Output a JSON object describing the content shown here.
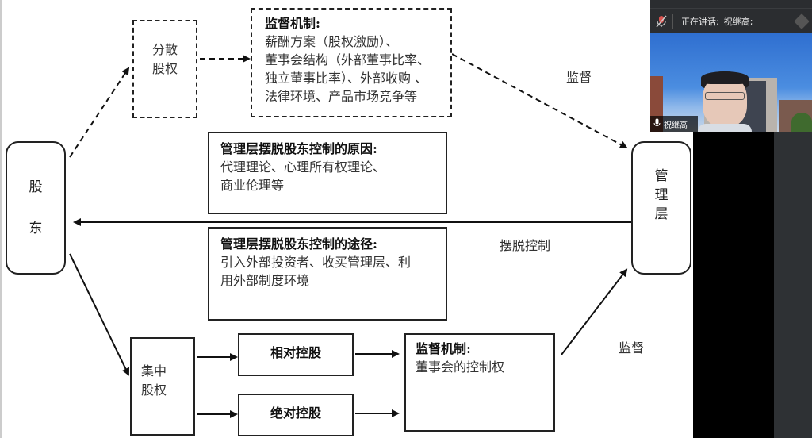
{
  "meeting": {
    "speaking_label": "正在讲话:",
    "speaker_name": "祝继高;",
    "video_tile_name": "祝继高",
    "icons": {
      "mic_muted": "mic-muted-icon",
      "mic": "microphone-icon",
      "pin": "pin-icon"
    }
  },
  "diagram": {
    "shareholder": {
      "chars": [
        "股",
        "东"
      ]
    },
    "management": {
      "chars": [
        "管",
        "理",
        "层"
      ]
    },
    "dispersed_equity": {
      "lines": [
        "分散",
        "股权"
      ]
    },
    "concentrated_equity": {
      "lines": [
        "集中",
        "股权"
      ]
    },
    "supervision_top": {
      "heading": "监督机制:",
      "lines": [
        "薪酬方案（股权激励）、",
        "董事会结构（外部董事比率、",
        "独立董事比率）、外部收购 、",
        "法律环境、产品市场竞争等"
      ]
    },
    "reasons_box": {
      "heading": "管理层摆脱股东控制的原因:",
      "lines": [
        "代理理论、心理所有权理论、",
        "商业伦理等"
      ]
    },
    "ways_box": {
      "heading": "管理层摆脱股东控制的途径:",
      "lines": [
        "引入外部投资者、收买管理层、利",
        "用外部制度环境"
      ]
    },
    "relative_control": "相对控股",
    "absolute_control": "绝对控股",
    "supervision_bottom": {
      "heading": "监督机制:",
      "lines": [
        "董事会的控制权"
      ]
    },
    "labels": {
      "supervise_top": "监督",
      "escape_control": "摆脱控制",
      "supervise_bottom": "监督"
    }
  }
}
